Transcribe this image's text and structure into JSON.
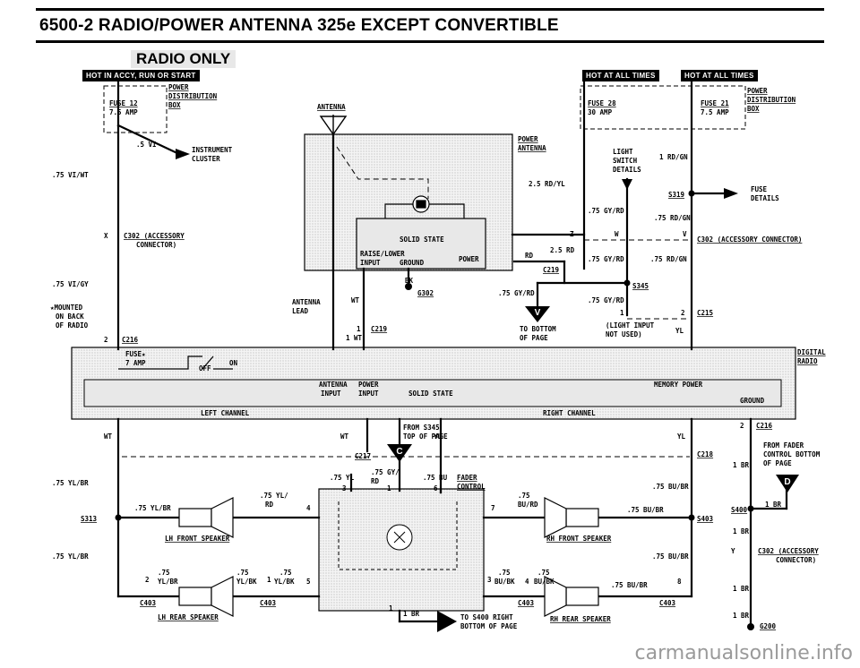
{
  "header": {
    "title": "6500-2  RADIO/POWER ANTENNA   325e   EXCEPT CONVERTIBLE",
    "banner": "RADIO ONLY"
  },
  "hot_labels": [
    "HOT IN ACCY, RUN OR START",
    "HOT AT ALL TIMES",
    "HOT AT ALL TIMES"
  ],
  "fuses": {
    "fuse12": [
      "FUSE 12",
      "7.5 AMP"
    ],
    "fuse28": [
      "FUSE 28",
      "30 AMP"
    ],
    "fuse21": [
      "FUSE 21",
      "7.5 AMP"
    ],
    "pdb_left": [
      "POWER",
      "DISTRIBUTION",
      "BOX"
    ],
    "pdb_right": [
      "POWER",
      "DISTRIBUTION",
      "BOX"
    ]
  },
  "labels": {
    "antenna": "ANTENNA",
    "power_antenna": [
      "POWER",
      "ANTENNA"
    ],
    "solid_state": "SOLID STATE",
    "raise_lower": [
      "RAISE/LOWER",
      "INPUT"
    ],
    "ground": "GROUND",
    "power": "POWER",
    "instrument_cluster": [
      "INSTRUMENT",
      "CLUSTER"
    ],
    "light_switch": [
      "LIGHT",
      "SWITCH",
      "DETAILS"
    ],
    "fuse_details": [
      "FUSE",
      "DETAILS"
    ],
    "c302_acc_left": [
      "C302 (ACCESSORY",
      "CONNECTOR)"
    ],
    "c302_acc_right": "C302  (ACCESSORY CONNECTOR)",
    "mounted": [
      "★MOUNTED",
      "ON BACK",
      "OF RADIO"
    ],
    "antenna_lead": [
      "ANTENNA",
      "LEAD"
    ],
    "to_bottom": [
      "TO BOTTOM",
      "OF PAGE"
    ],
    "light_input": [
      "(LIGHT INPUT",
      "NOT USED)"
    ],
    "digital_radio": [
      "DIGITAL",
      "RADIO"
    ],
    "fuse_star": [
      "FUSE★",
      "7 AMP"
    ],
    "off": "OFF",
    "on": "ON",
    "antenna_input": [
      "ANTENNA",
      "INPUT"
    ],
    "power_input": [
      "POWER",
      "INPUT"
    ],
    "radio_solid_state": "SOLID STATE",
    "memory_power": "MEMORY POWER",
    "radio_ground": "GROUND",
    "left_channel": "LEFT CHANNEL",
    "right_channel": "RIGHT CHANNEL",
    "from_s345": [
      "FROM S345",
      "TOP OF PAGE"
    ],
    "fader_control": [
      "FADER",
      "CONTROL"
    ],
    "from_fader": [
      "FROM FADER",
      "CONTROL BOTTOM",
      "OF PAGE"
    ],
    "lh_front": "LH FRONT SPEAKER",
    "rh_front": "RH FRONT SPEAKER",
    "lh_rear": "LH REAR SPEAKER",
    "rh_rear": "RH REAR SPEAKER",
    "to_s400": [
      "TO S400 RIGHT",
      "BOTTOM OF PAGE"
    ],
    "c302_acc_bottom": [
      "C302 (ACCESSORY",
      "CONNECTOR)"
    ]
  },
  "wires": {
    "vi_5": ".5 VI",
    "vi_wt": ".75 VI/WT",
    "vi_gy": ".75 VI/GY",
    "rd_yl": "2.5 RD/YL",
    "gy_rd_1": ".75 GY/RD",
    "rd_gn_1": "1 RD/GN",
    "rd_gn_2": ".75 RD/GN",
    "rd_gn_3": ".75 RD/GN",
    "rd_25": "2.5 RD",
    "rd": "RD",
    "gy_rd_2": ".75 GY/RD",
    "gy_rd_3": ".75 GY/RD",
    "gy_rd_4": ".75 GY/RD",
    "bk": "BK",
    "wt1": "WT",
    "wt2": "1 WT",
    "wt3": "WT",
    "wt4": "WT",
    "yl1": "YL",
    "yl2": "YL",
    "yl3": "YL",
    "yl_br_1": ".75 YL/BR",
    "yl_br_2": ".75 YL/BR",
    "yl_br_3": ".75 YL/BR",
    "yl_75": ".75 YL",
    "gy_rd_fader": [
      ".75 GY/",
      "RD"
    ],
    "bu_75": ".75 BU",
    "yl_rd": [
      ".75 YL/",
      "RD"
    ],
    "bu_br_1": ".75 BU/BR",
    "bu_br_2": ".75 BU/BR",
    "bu_br_3": ".75 BU/BR",
    "bu_br_4": ".75 BU/BR",
    "bu_rd": [
      ".75",
      "BU/RD"
    ],
    "yl_br_rear": [
      ".75",
      "YL/BR"
    ],
    "yl_bk_1": [
      ".75",
      "YL/BK"
    ],
    "yl_bk_2": [
      ".75",
      "YL/BK"
    ],
    "bu_bk_1": [
      ".75",
      "BU/BK"
    ],
    "bu_bk_2": [
      ".75",
      "BU/BK"
    ],
    "br_1": "1 BR",
    "br_2": "1 BR",
    "br_3": "1 BR",
    "br_4": "1 BR",
    "br_5": "1 BR",
    "br_6": "1 BR"
  },
  "connectors": {
    "c216_a": "C216",
    "c216_b": "C216",
    "c219_a": "C219",
    "c219_b": "C219",
    "c215": "C215",
    "c217": "C217",
    "c218": "C218",
    "c403": [
      "C403",
      "C403",
      "C403",
      "C403"
    ],
    "g302": "G302",
    "g200": "G200",
    "s313": "S313",
    "s319": "S319",
    "s345": "S345",
    "s403": "S403",
    "s400": "S400",
    "pins": [
      "X",
      "2",
      "Z",
      "W",
      "V",
      "1",
      "2",
      "1",
      "3",
      "1",
      "6",
      "7",
      "4",
      "2",
      "1",
      "2",
      "5",
      "3",
      "4",
      "8",
      "1",
      "Y"
    ]
  },
  "badges": [
    "V",
    "C",
    "D"
  ],
  "footer": "carmanualsonline.info"
}
